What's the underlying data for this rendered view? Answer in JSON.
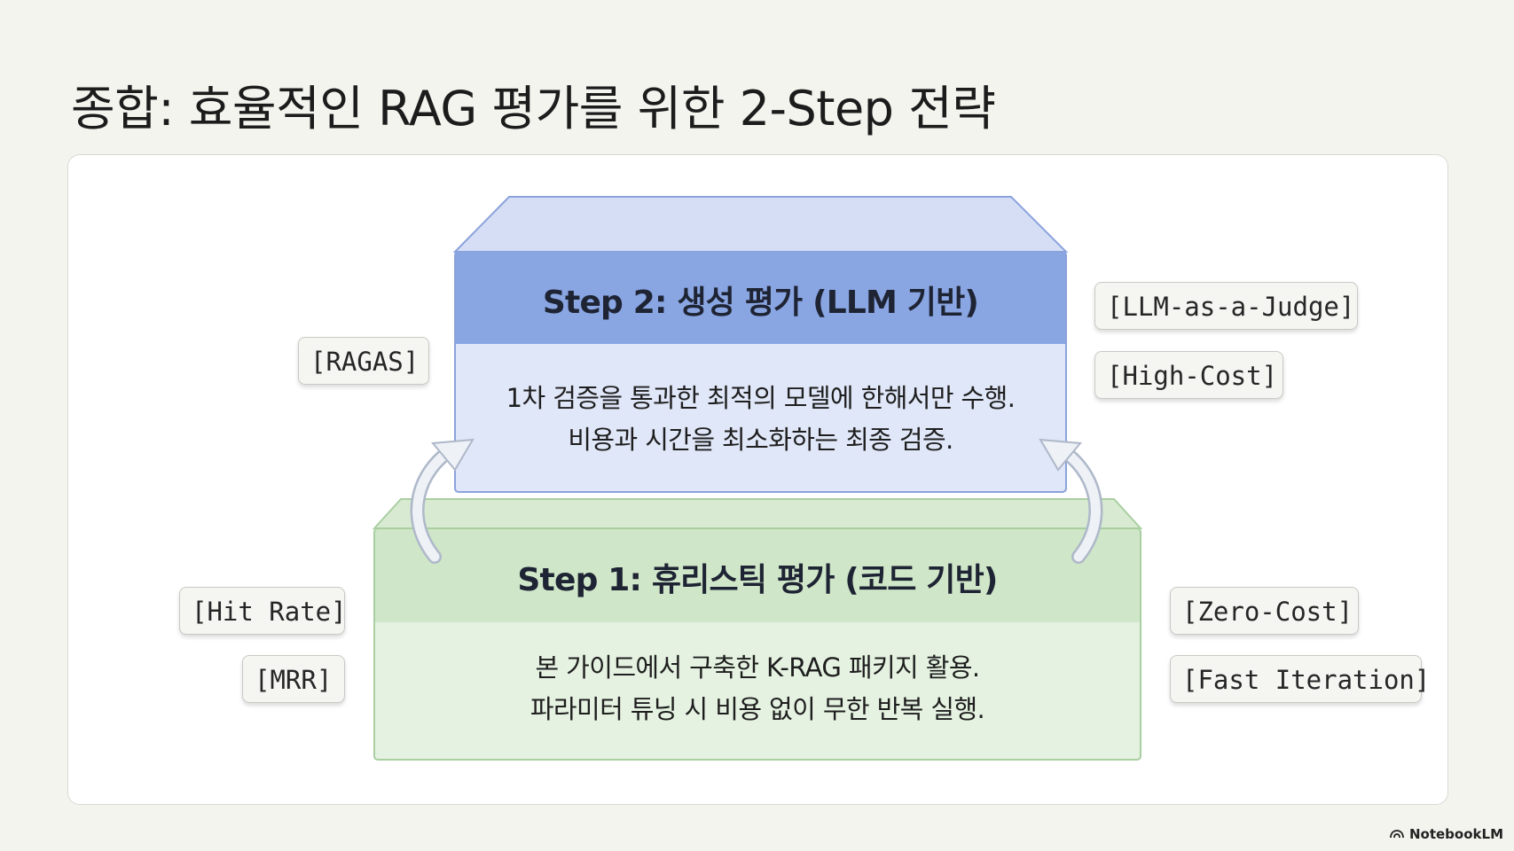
{
  "title": "종합: 효율적인 RAG 평가를 위한 2-Step 전략",
  "step2": {
    "heading": "Step 2: 생성 평가 (LLM 기반)",
    "line1": "1차 검증을 통과한 최적의 모델에 한해서만 수행.",
    "line2": "비용과 시간을 최소화하는 최종 검증."
  },
  "step1": {
    "heading": "Step 1: 휴리스틱 평가 (코드 기반)",
    "line1": "본 가이드에서 구축한 K-RAG 패키지 활용.",
    "line2": "파라미터 튜닝 시 비용 없이 무한 반복 실행."
  },
  "tags": {
    "ragas": "[RAGAS]",
    "llm_judge": "[LLM-as-a-Judge]",
    "high_cost": "[High-Cost]",
    "hit_rate": "[Hit Rate]",
    "mrr": "[MRR]",
    "zero_cost": "[Zero-Cost]",
    "fast_iteration": "[Fast Iteration]"
  },
  "brand": "NotebookLM",
  "colors": {
    "step2_header": "#89a5e2",
    "step2_body": "#dfe6f7",
    "step2_top": "#d4def5",
    "step1_header": "#cfe7c9",
    "step1_body": "#e4f2e0",
    "step1_top": "#d7ebd1"
  }
}
